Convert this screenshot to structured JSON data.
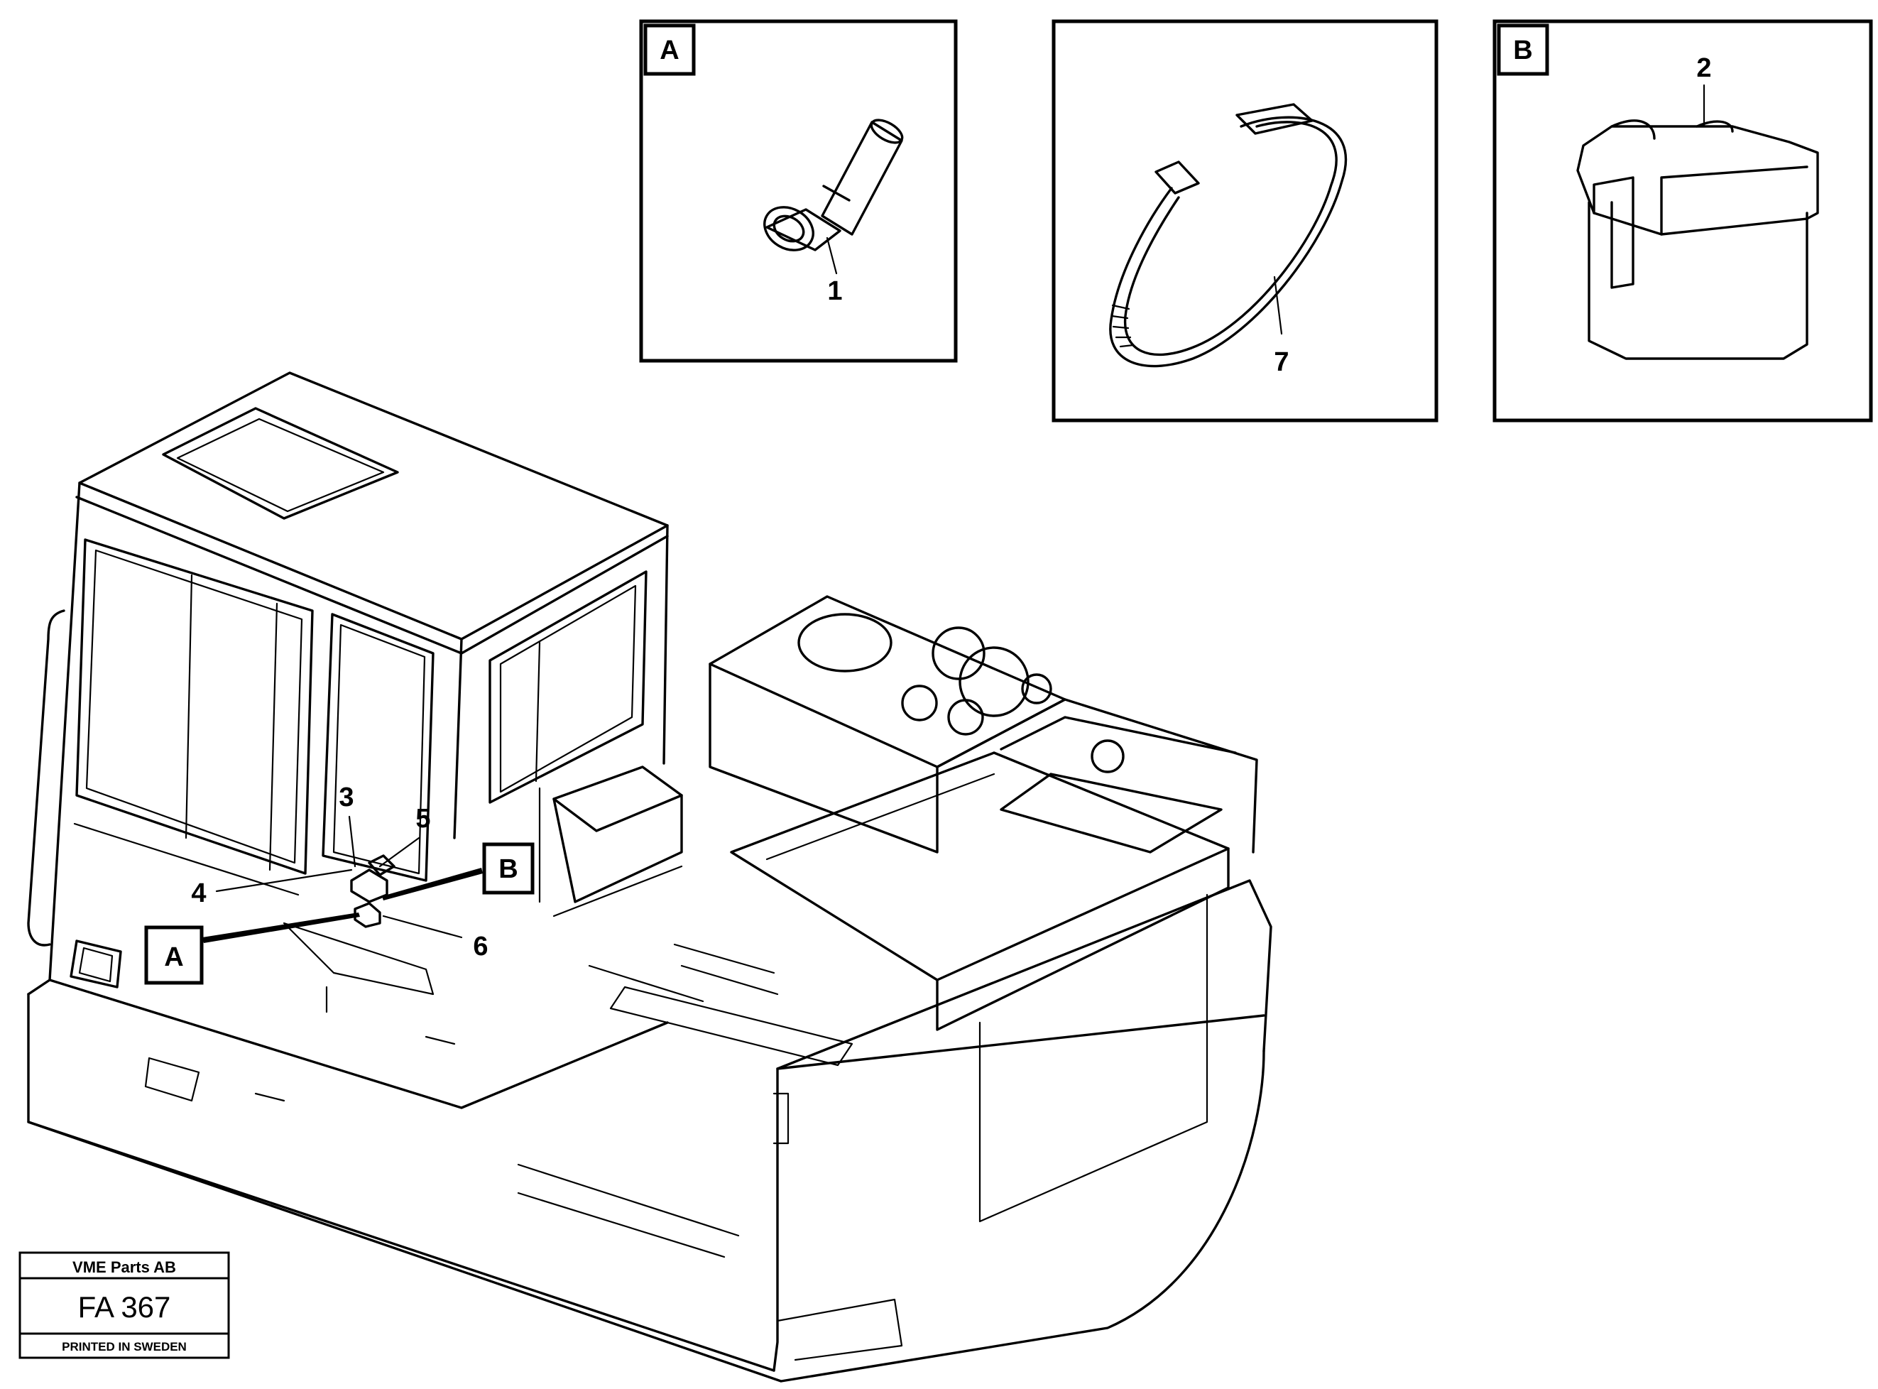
{
  "callouts": {
    "n1": "1",
    "n2": "2",
    "n3": "3",
    "n4": "4",
    "n5": "5",
    "n6": "6",
    "n7": "7"
  },
  "tags": {
    "inset_a": "A",
    "inset_b": "B",
    "main_a": "A",
    "main_b": "B"
  },
  "title_block": {
    "company": "VME Parts AB",
    "code": "FA 367",
    "printed": "PRINTED IN SWEDEN"
  }
}
